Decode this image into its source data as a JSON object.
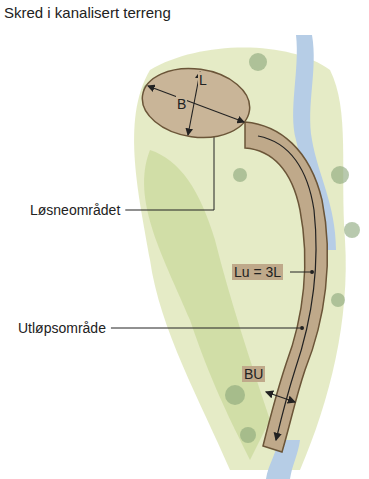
{
  "diagram": {
    "title": "Skred i kanalisert terreng",
    "nodes": [
      {
        "text": [
          "L",
          "B"
        ]
      },
      {
        "text": [
          "Lu = 3L",
          "BU"
        ]
      }
    ],
    "labels": [
      "Løsneområdet",
      "Utløpsområde"
    ]
  }
}
